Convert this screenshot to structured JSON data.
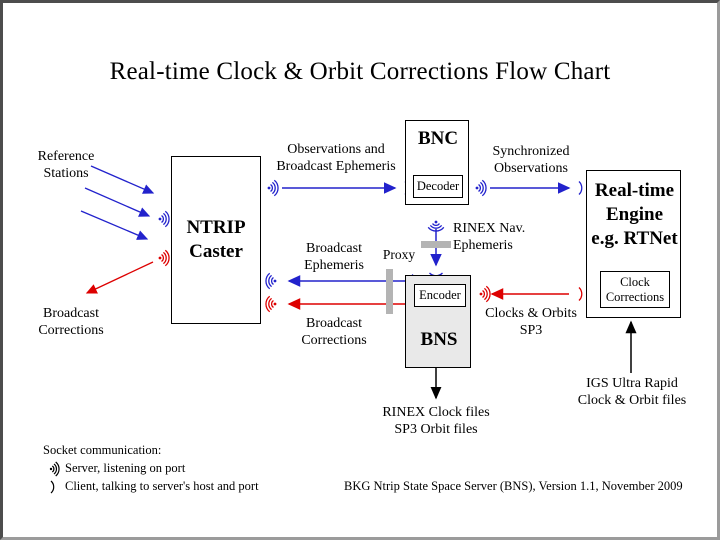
{
  "chart_data": {
    "type": "diagram",
    "title": "Real-time Clock & Orbit Corrections Flow Chart",
    "nodes": [
      {
        "id": "reference-stations",
        "label": "Reference\nStations",
        "kind": "text"
      },
      {
        "id": "broadcast-corrections-left",
        "label": "Broadcast\nCorrections",
        "kind": "text"
      },
      {
        "id": "ntrip-caster",
        "label": "NTRIP\nCaster",
        "kind": "box"
      },
      {
        "id": "bnc",
        "label": "BNC",
        "kind": "box",
        "child": "Decoder"
      },
      {
        "id": "bns",
        "label": "BNS",
        "kind": "box",
        "child": "Encoder"
      },
      {
        "id": "rtengine",
        "label": "Real-time Engine e.g. RTNet",
        "kind": "box",
        "child": "Clock Corrections"
      }
    ],
    "edges": [
      {
        "from": "reference-stations",
        "to": "ntrip-caster",
        "color": "#2222cc"
      },
      {
        "from": "ntrip-caster",
        "to": "broadcast-corrections-left",
        "color": "#dd0000"
      },
      {
        "from": "ntrip-caster",
        "to": "bnc",
        "label": "Observations and Broadcast Ephemeris",
        "color": "#2222cc"
      },
      {
        "from": "bnc",
        "to": "rtengine",
        "label": "Synchronized Observations",
        "color": "#2222cc"
      },
      {
        "from": "bnc",
        "to": "bns",
        "label": "RINEX Nav. Ephemeris",
        "color": "#2222cc"
      },
      {
        "from": "rtengine",
        "to": "bns",
        "label": "Clocks & Orbits SP3",
        "color": "#dd0000"
      },
      {
        "from": "bns",
        "to": "ntrip-caster",
        "label": "Broadcast Ephemeris",
        "color": "#2222cc"
      },
      {
        "from": "bns",
        "to": "ntrip-caster",
        "label": "Broadcast Corrections",
        "color": "#dd0000"
      },
      {
        "from": "bns",
        "to": "files",
        "label": "RINEX Clock files SP3 Orbit files",
        "color": "#000000"
      },
      {
        "from": "igs",
        "to": "rtengine",
        "label": "IGS Ultra Rapid Clock & Orbit files",
        "color": "#000000"
      }
    ]
  },
  "title": "Real-time Clock & Orbit Corrections Flow Chart",
  "boxes": {
    "ntrip_caster_line1": "NTRIP",
    "ntrip_caster_line2": "Caster",
    "bnc_title": "BNC",
    "bnc_decoder": "Decoder",
    "bns_title": "BNS",
    "bns_encoder": "Encoder",
    "engine_line1": "Real-time",
    "engine_line2": "Engine",
    "engine_line3": "e.g. RTNet",
    "engine_clock_line1": "Clock",
    "engine_clock_line2": "Corrections"
  },
  "labels": {
    "reference_stations_line1": "Reference",
    "reference_stations_line2": "Stations",
    "broadcast_corrections_left_line1": "Broadcast",
    "broadcast_corrections_left_line2": "Corrections",
    "observations_line1": "Observations and",
    "observations_line2": "Broadcast Ephemeris",
    "synchronized_line1": "Synchronized",
    "synchronized_line2": "Observations",
    "broadcast_ephemeris_line1": "Broadcast",
    "broadcast_ephemeris_line2": "Ephemeris",
    "broadcast_corrections_mid_line1": "Broadcast",
    "broadcast_corrections_mid_line2": "Corrections",
    "proxy": "Proxy",
    "rinex_nav_line1": "RINEX Nav.",
    "rinex_nav_line2": "Ephemeris",
    "clocks_orbits_line1": "Clocks & Orbits",
    "clocks_orbits_line2": "SP3",
    "rinex_files_line1": "RINEX Clock files",
    "rinex_files_line2": "SP3 Orbit files",
    "igs_line1": "IGS Ultra Rapid",
    "igs_line2": "Clock & Orbit files"
  },
  "legend": {
    "heading": "Socket communication:",
    "server": "Server, listening on port",
    "client": "Client, talking to server's host and port"
  },
  "footer": "BKG Ntrip State Space Server (BNS), Version 1.1, November 2009",
  "colors": {
    "blue": "#2222cc",
    "red": "#dd0000",
    "black": "#000000",
    "proxy_gray": "#b4b4b4",
    "bns_fill": "#e9e9e9"
  }
}
